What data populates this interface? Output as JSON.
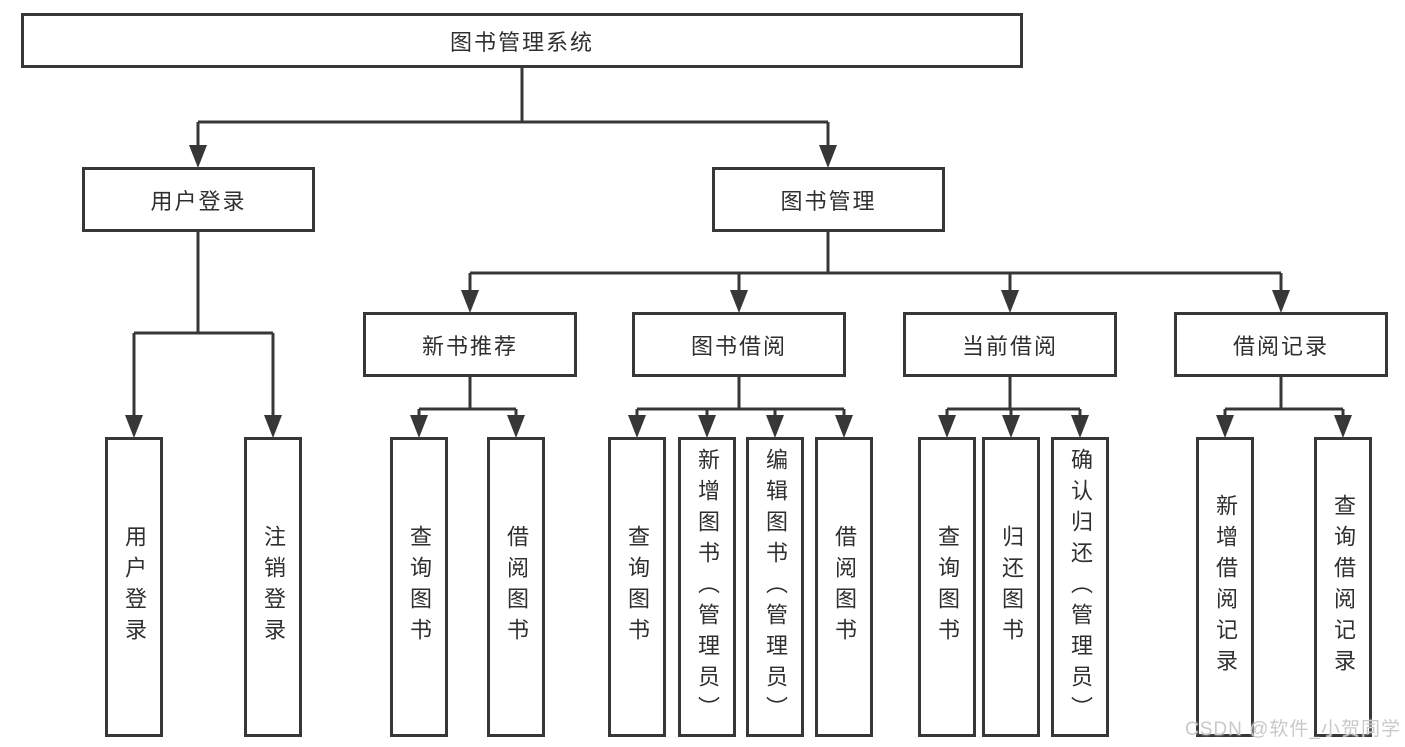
{
  "diagram": {
    "root": {
      "label": "图书管理系统",
      "children": [
        {
          "label": "用户登录",
          "children": [
            {
              "label": "用户登录"
            },
            {
              "label": "注销登录"
            }
          ]
        },
        {
          "label": "图书管理",
          "children": [
            {
              "label": "新书推荐",
              "children": [
                {
                  "label": "查询图书"
                },
                {
                  "label": "借阅图书"
                }
              ]
            },
            {
              "label": "图书借阅",
              "children": [
                {
                  "label": "查询图书"
                },
                {
                  "label": "新增图书（管理员）"
                },
                {
                  "label": "编辑图书（管理员）"
                },
                {
                  "label": "借阅图书"
                }
              ]
            },
            {
              "label": "当前借阅",
              "children": [
                {
                  "label": "查询图书"
                },
                {
                  "label": "归还图书"
                },
                {
                  "label": "确认归还（管理员）"
                }
              ]
            },
            {
              "label": "借阅记录",
              "children": [
                {
                  "label": "新增借阅记录"
                },
                {
                  "label": "查询借阅记录"
                }
              ]
            }
          ]
        }
      ]
    }
  },
  "watermark": {
    "text": "CSDN @软件_小贺同学"
  },
  "colors": {
    "line": "#373737",
    "box_border": "#373737",
    "text": "#2f2f2f",
    "watermark": "#c9c9c9",
    "background": "#ffffff"
  }
}
